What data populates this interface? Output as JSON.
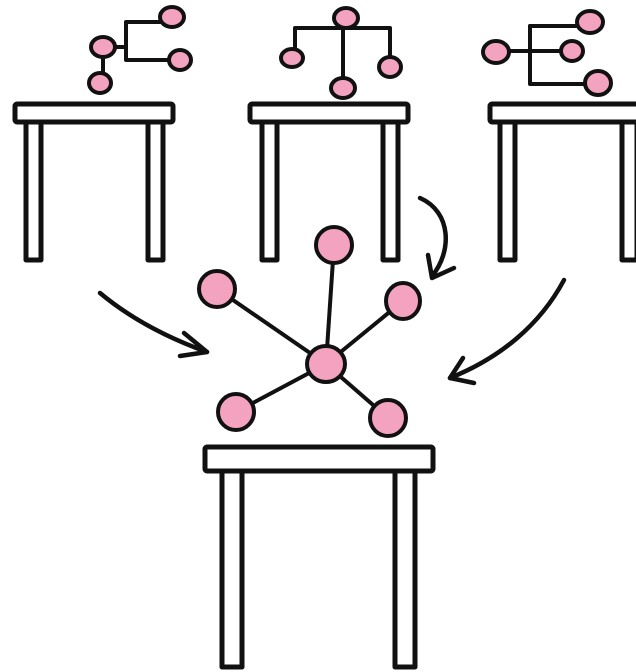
{
  "colors": {
    "node_fill": "#f3a3bf",
    "stroke": "#111111",
    "table_fill": "#ffffff",
    "background": "#ffffff"
  },
  "small_tables": [
    {
      "name": "left",
      "nodes": 4,
      "description_icon": "small-molecule-icon"
    },
    {
      "name": "middle",
      "nodes": 4,
      "description_icon": "small-molecule-icon"
    },
    {
      "name": "right",
      "nodes": 4,
      "description_icon": "small-molecule-icon"
    }
  ],
  "big_table": {
    "nodes": 6,
    "description_icon": "star-network-icon"
  },
  "arrows": 3
}
